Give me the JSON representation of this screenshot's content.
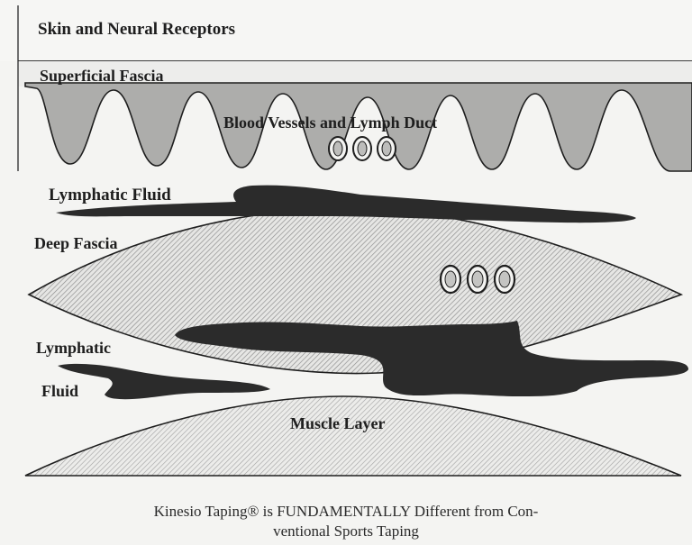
{
  "diagram": {
    "labels": {
      "skin": "Skin and Neural Receptors",
      "superficial_fascia": "Superficial Fascia",
      "vessels": "Blood Vessels and Lymph Duct",
      "lymphatic_fluid_top": "Lymphatic Fluid",
      "deep_fascia": "Deep Fascia",
      "lymphatic_line1": "Lymphatic",
      "lymphatic_line2": "Fluid",
      "muscle": "Muscle Layer"
    },
    "caption_line1": "Kinesio Taping® is FUNDAMENTALLY Different  from  Con-",
    "caption_line2": "ventional Sports Taping"
  },
  "colors": {
    "background": "#f4f4f2",
    "fascia_fill": "#a9a9a9",
    "fluid": "#2b2b2b",
    "hatch_light": "#e3e3e3",
    "hatch_dark": "#7a7a7a",
    "outline": "#1e1e1e"
  }
}
